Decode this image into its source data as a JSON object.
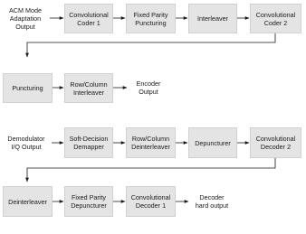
{
  "encoder": {
    "input": "ACM Mode\nAdaptation\nOutput",
    "conv1": "Convolutional\nCoder 1",
    "fixed_punct": "Fixed Parity\nPuncturing",
    "interleaver": "Interleaver",
    "conv2": "Convolutional\nCoder 2",
    "puncturing": "Puncturing",
    "rowcol": "Row/Column\nInterleaver",
    "output": "Encoder\nOutput"
  },
  "decoder": {
    "input": "Demodulator\nI/Q Output",
    "soft": "Soft-Decision\nDemapper",
    "rowcol": "Row/Column\nDeinterleaver",
    "depunct": "Depuncturer",
    "conv2": "Convolutional\nDecoder 2",
    "deint": "Deinterleaver",
    "fixed_depunct": "Fixed Parity\nDepuncturer",
    "conv1": "Convolutional\nDecoder 1",
    "output": "Decoder\nhard output"
  },
  "colors": {
    "box_fill": "#e4e4e4",
    "line": "#1a1a1a"
  }
}
